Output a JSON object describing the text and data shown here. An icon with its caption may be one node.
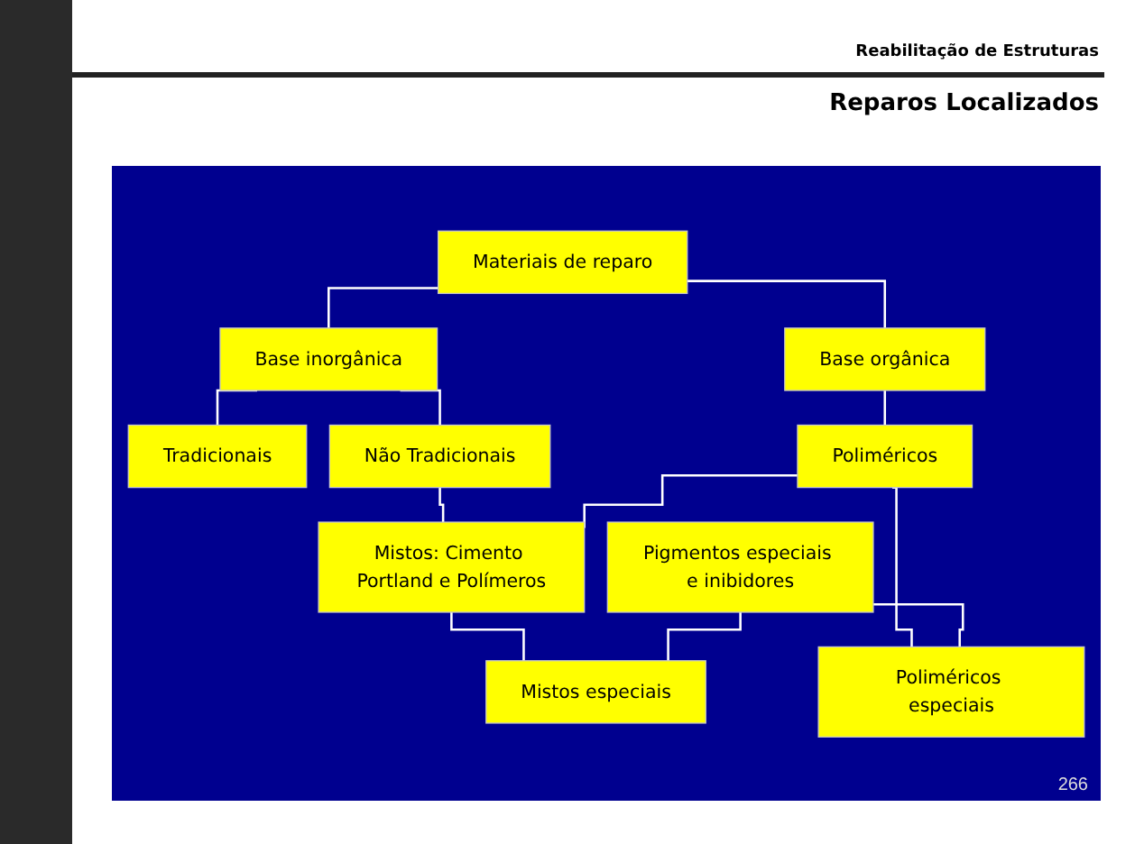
{
  "diagram": {
    "nodes": [
      {
        "text": [
          "Materiais de reparo"
        ]
      },
      {
        "text": [
          "Base inorgânica"
        ]
      },
      {
        "text": [
          "Base orgânica"
        ]
      },
      {
        "text": [
          "Tradicionais"
        ]
      },
      {
        "text": [
          "Não Tradicionais"
        ]
      },
      {
        "text": [
          "Poliméricos"
        ]
      },
      {
        "text": [
          "Pigmentos especiais e inibidores"
        ]
      },
      {
        "text": [
          "Mistos: Cimento Portland e Polímeros"
        ]
      },
      {
        "text": [
          "Poliméricos especiais"
        ]
      },
      {
        "text": [
          "Mistos especiais"
        ]
      }
    ],
    "edges": [
      {
        "from": 0,
        "to": 1,
        "arrow": "none"
      },
      {
        "from": 0,
        "to": 2,
        "arrow": "none"
      },
      {
        "from": 1,
        "to": 3,
        "arrow": "none"
      },
      {
        "from": 1,
        "to": 4,
        "arrow": "none"
      },
      {
        "from": 2,
        "to": 5,
        "arrow": "none"
      },
      {
        "from": 4,
        "to": 7,
        "arrow": "none"
      },
      {
        "from": 5,
        "to": 7,
        "arrow": "none"
      },
      {
        "from": 5,
        "to": 8,
        "arrow": "none"
      },
      {
        "from": 6,
        "to": 8,
        "arrow": "none"
      },
      {
        "from": 7,
        "to": 9,
        "arrow": "none"
      },
      {
        "from": 6,
        "to": 9,
        "arrow": "none"
      }
    ],
    "labels": [
      "Reabilitação de Estruturas",
      "Reparos Localizados",
      "266"
    ]
  }
}
